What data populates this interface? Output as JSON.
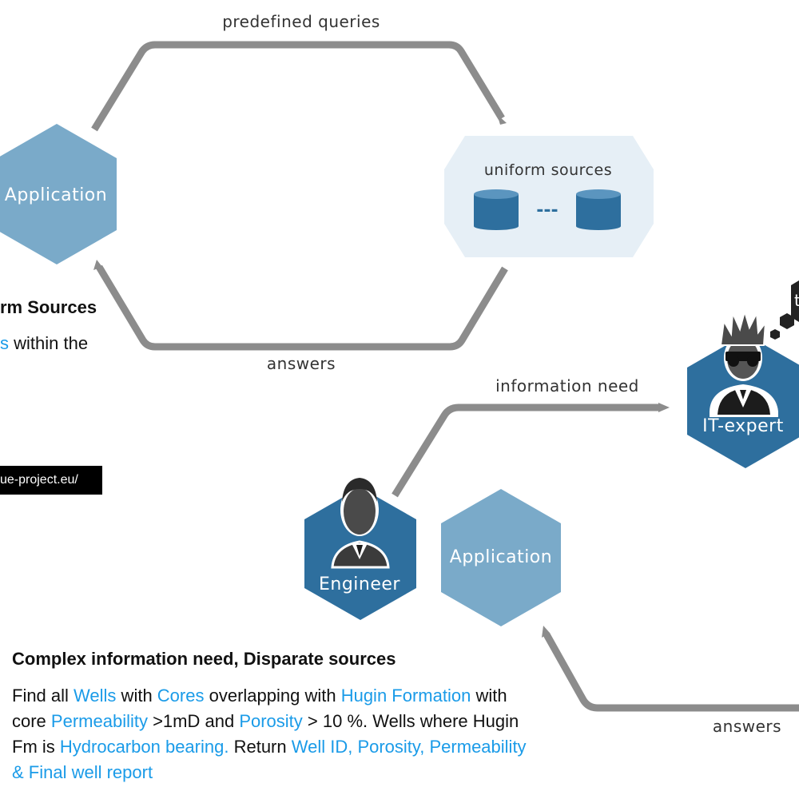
{
  "top_diagram": {
    "application_label": "Application",
    "predefined_queries_label": "predefined queries",
    "answers_label": "answers",
    "uniform_sources_label": "uniform sources",
    "connector_dashes": "---"
  },
  "bottom_diagram": {
    "information_need_label": "information need",
    "it_expert_label": "IT-expert",
    "engineer_label": "Engineer",
    "application_label": "Application",
    "answers_label": "answers",
    "thought_text": "t"
  },
  "left_text": {
    "heading_fragment": "rm Sources",
    "line_highlight_fragment": "s",
    "line_rest": " within the",
    "url_fragment": "ue-project.eu/"
  },
  "complex": {
    "heading": "Complex information need, Disparate sources",
    "line1": [
      {
        "text": "Find all ",
        "hl": false
      },
      {
        "text": "Wells",
        "hl": true
      },
      {
        "text": " with ",
        "hl": false
      },
      {
        "text": "Cores",
        "hl": true
      },
      {
        "text": " overlapping with ",
        "hl": false
      },
      {
        "text": "Hugin Formation",
        "hl": true
      },
      {
        "text": " with",
        "hl": false
      }
    ],
    "line2": [
      {
        "text": "core ",
        "hl": false
      },
      {
        "text": "Permeability",
        "hl": true
      },
      {
        "text": " >1mD and ",
        "hl": false
      },
      {
        "text": "Porosity",
        "hl": true
      },
      {
        "text": " > 10 %. Wells where Hugin",
        "hl": false
      }
    ],
    "line3": [
      {
        "text": "Fm is ",
        "hl": false
      },
      {
        "text": "Hydrocarbon bearing.",
        "hl": true
      },
      {
        "text": " Return ",
        "hl": false
      },
      {
        "text": "Well ID, Porosity, Permeability",
        "hl": true
      }
    ],
    "line4": [
      {
        "text": "& Final well report",
        "hl": true
      }
    ]
  },
  "colors": {
    "hex_light": "#7aaac9",
    "hex_dark": "#2e6f9e",
    "sources_bg": "#e6eff6",
    "db_blue": "#2e6f9e",
    "arrow_gray": "#8c8c8c",
    "highlight_blue": "#1a9be8"
  }
}
